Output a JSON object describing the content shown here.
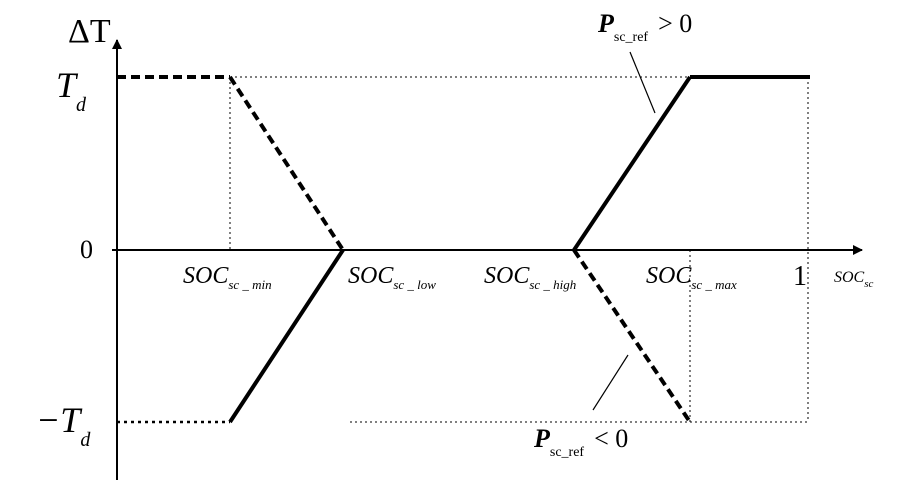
{
  "labels": {
    "y_axis": {
      "main": "ΔT"
    },
    "x_axis": {
      "main": "SOC",
      "sub": "sc"
    },
    "td_pos": {
      "main": "T",
      "sub": "d"
    },
    "td_neg": {
      "main": "−T",
      "sub": "d"
    },
    "zero": "0",
    "one": "1",
    "soc_min": {
      "main": "SOC",
      "sub": "sc _ min"
    },
    "soc_low": {
      "main": "SOC",
      "sub": "sc _ low"
    },
    "soc_high": {
      "main": "SOC",
      "sub": "sc _ high"
    },
    "soc_max": {
      "main": "SOC",
      "sub": "sc _ max"
    },
    "p_pos": {
      "main": "P",
      "sub": "sc_ref",
      "rel": "> 0"
    },
    "p_neg": {
      "main": "P",
      "sub": "sc_ref",
      "rel": "< 0"
    }
  },
  "colors": {
    "ink": "#000000",
    "background": "#ffffff"
  },
  "legend_lines": {
    "positive": "solid",
    "negative": "dashed"
  }
}
